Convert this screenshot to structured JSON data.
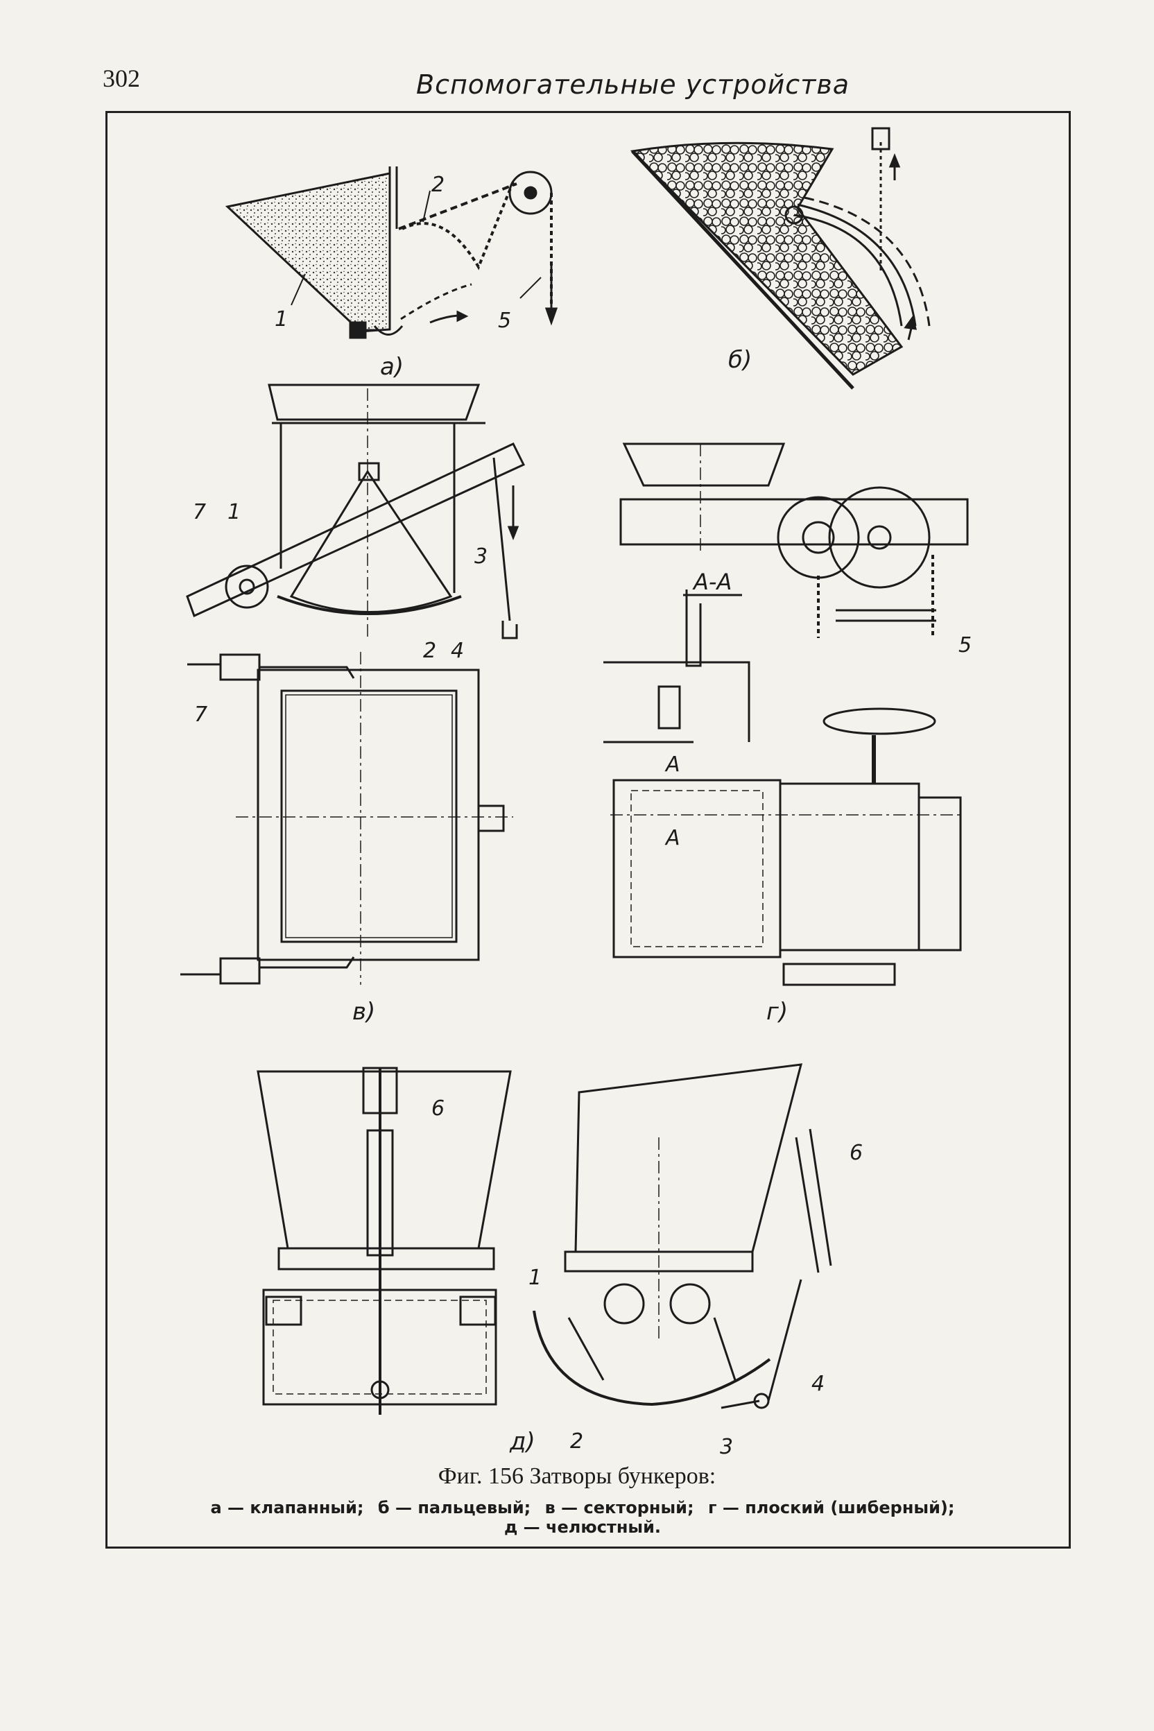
{
  "header": {
    "page_number": "302",
    "running_title": "Вспомогательные устройства"
  },
  "figure": {
    "caption": "Фиг. 156 Затворы бункеров:",
    "legend": [
      "а — клапанный;",
      "б — пальцевый;",
      "в — секторный;",
      "г — плоский (шиберный);",
      "д — челюстный."
    ],
    "panels": {
      "a": {
        "label": "а)",
        "callouts": [
          "1",
          "2",
          "5"
        ]
      },
      "b": {
        "label": "б)"
      },
      "v": {
        "label": "в)",
        "callouts": [
          "7",
          "1",
          "3",
          "2",
          "4",
          "7"
        ]
      },
      "g": {
        "label": "г)",
        "section_label": "А-А",
        "callouts": [
          "5"
        ],
        "marks": [
          "A",
          "A"
        ]
      },
      "d": {
        "label": "д)",
        "callouts": [
          "6",
          "1",
          "6",
          "4",
          "2",
          "3"
        ]
      }
    }
  }
}
